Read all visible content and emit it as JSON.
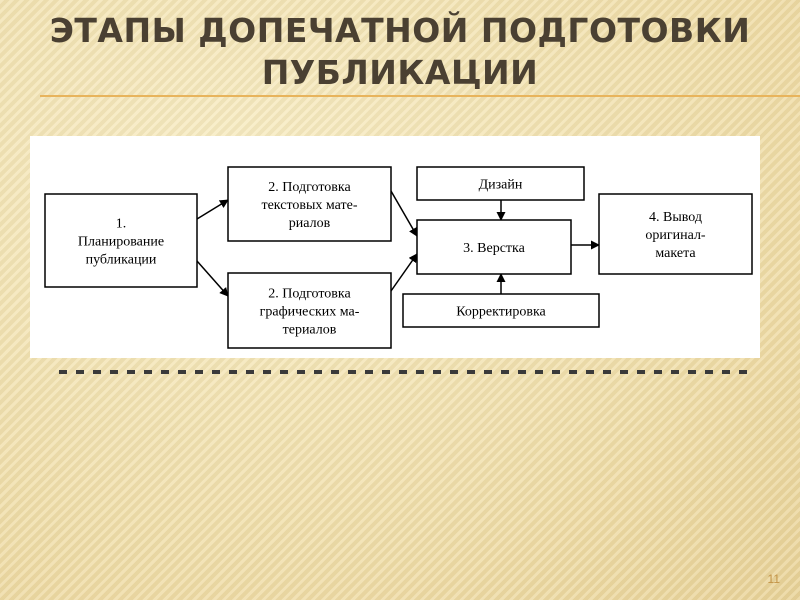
{
  "slide": {
    "title_line1": "ЭТАПЫ ДОПЕЧАТНОЙ ПОДГОТОВКИ",
    "title_line2": "ПУБЛИКАЦИИ",
    "page_number": "11"
  },
  "diagram": {
    "nodes": {
      "planning": [
        "1.",
        "Планирование",
        "публикации"
      ],
      "text_prep": [
        "2. Подготовка",
        "текстовых мате-",
        "риалов"
      ],
      "graphic_prep": [
        "2. Подготовка",
        "графических ма-",
        "териалов"
      ],
      "design": [
        "Дизайн"
      ],
      "layout": [
        "3. Верстка"
      ],
      "proofreading": [
        "Корректировка"
      ],
      "output": [
        "4. Вывод",
        "оригинал-",
        "макета"
      ]
    },
    "edges": [
      {
        "from": "planning",
        "to": "text_prep"
      },
      {
        "from": "planning",
        "to": "graphic_prep"
      },
      {
        "from": "text_prep",
        "to": "layout"
      },
      {
        "from": "graphic_prep",
        "to": "layout"
      },
      {
        "from": "design",
        "to": "layout"
      },
      {
        "from": "proofreading",
        "to": "layout"
      },
      {
        "from": "layout",
        "to": "output"
      }
    ]
  }
}
